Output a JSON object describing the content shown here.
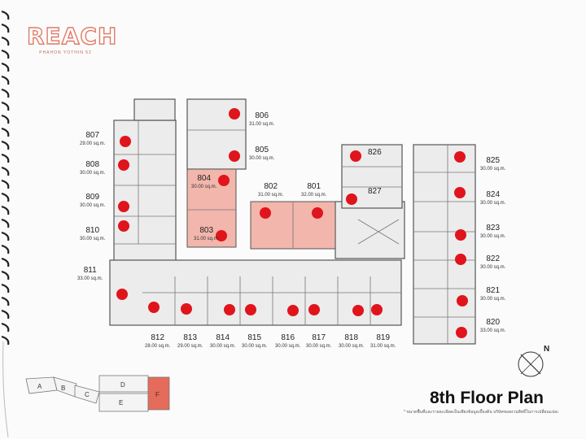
{
  "brand": {
    "logo_text": "REACH",
    "tagline": "PHAHON YOTHIN 52"
  },
  "plan_title": "8th Floor Plan",
  "disclaimer": "* ขนาดพื้นที่และรายละเอียดเป็นเพียงข้อมูลเบื้องต้น บริษัทขอสงวนสิทธิ์ในการเปลี่ยนแปลง",
  "compass": {
    "label": "N"
  },
  "key_plan": {
    "blocks": [
      "A",
      "B",
      "C",
      "D",
      "E",
      "F"
    ],
    "highlighted": "F"
  },
  "colors": {
    "accent": "#e07a66",
    "highlight": "#f2b6ac",
    "sold_dot": "#e0141c",
    "wall": "#5a5a5a",
    "room": "#ececec"
  },
  "units": [
    {
      "no": "806",
      "area": "31.00 sq.m."
    },
    {
      "no": "807",
      "area": "29.00 sq.m."
    },
    {
      "no": "805",
      "area": "30.00 sq.m."
    },
    {
      "no": "808",
      "area": "30.00 sq.m."
    },
    {
      "no": "804",
      "area": "30.00 sq.m."
    },
    {
      "no": "809",
      "area": "30.00 sq.m."
    },
    {
      "no": "802",
      "area": "31.00 sq.m."
    },
    {
      "no": "801",
      "area": "32.00 sq.m."
    },
    {
      "no": "810",
      "area": "30.00 sq.m."
    },
    {
      "no": "803",
      "area": "31.00 sq.m."
    },
    {
      "no": "811",
      "area": "33.00 sq.m."
    },
    {
      "no": "826",
      "area": ""
    },
    {
      "no": "827",
      "area": ""
    },
    {
      "no": "825",
      "area": "30.00 sq.m."
    },
    {
      "no": "824",
      "area": "30.00 sq.m."
    },
    {
      "no": "823",
      "area": "30.00 sq.m."
    },
    {
      "no": "822",
      "area": "30.00 sq.m."
    },
    {
      "no": "821",
      "area": "30.00 sq.m."
    },
    {
      "no": "820",
      "area": "33.00 sq.m."
    },
    {
      "no": "812",
      "area": "28.00 sq.m."
    },
    {
      "no": "813",
      "area": "29.00 sq.m."
    },
    {
      "no": "814",
      "area": "30.00 sq.m."
    },
    {
      "no": "815",
      "area": "30.00 sq.m."
    },
    {
      "no": "816",
      "area": "30.00 sq.m."
    },
    {
      "no": "817",
      "area": "30.00 sq.m."
    },
    {
      "no": "818",
      "area": "30.00 sq.m."
    },
    {
      "no": "819",
      "area": "31.00 sq.m."
    }
  ]
}
